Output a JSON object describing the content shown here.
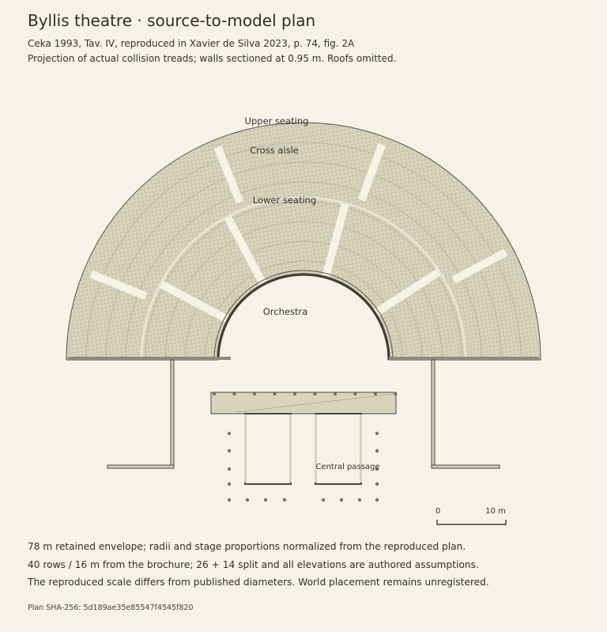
{
  "header": {
    "title": "Byllis theatre · source-to-model plan",
    "source": "Ceka 1993, Tav. IV, reproduced in Xavier de Silva 2023, p. 74, fig. 2A",
    "projection": "Projection of actual collision treads; walls sectioned at 0.95 m. Roofs omitted."
  },
  "labels": {
    "upper_seating": "Upper seating",
    "cross_aisle": "Cross aisle",
    "lower_seating": "Lower seating",
    "orchestra": "Orchestra",
    "central_passage": "Central passage"
  },
  "scale_bar": {
    "start": "0",
    "end": "10 m"
  },
  "notes": [
    "78 m retained envelope; radii and stage proportions normalized from the reproduced plan.",
    "40 rows / 16 m from the brochure; 26 + 14 split and all elevations are authored assumptions.",
    "The reproduced scale differs from published diameters. World placement remains unregistered."
  ],
  "hash": "Plan SHA-256: 5d189ae35e85547f4545f820",
  "colors": {
    "background": "#f5f2e7",
    "seating_fill": "#d9d4bd",
    "seating_line": "#b4ae92",
    "wall": "#4a4a40",
    "aisle": "#f5f2e7"
  }
}
